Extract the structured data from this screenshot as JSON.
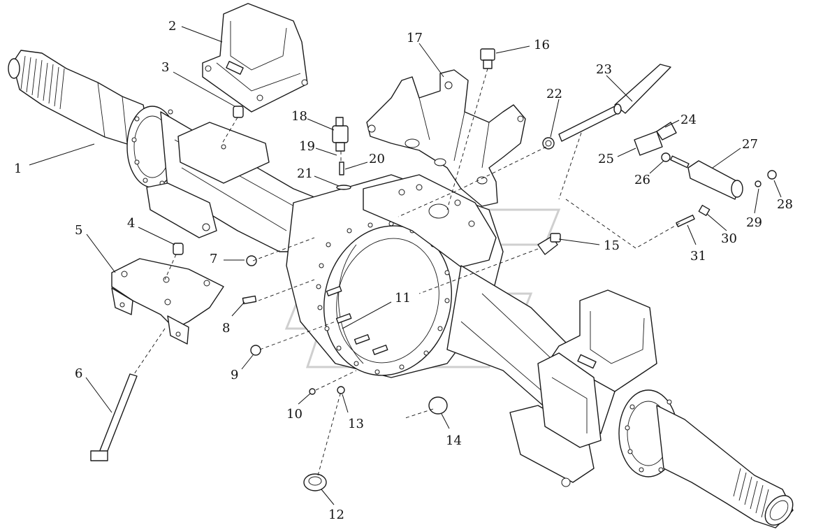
{
  "diagram": {
    "style": {
      "line_color": "#1a1a1a",
      "background": "#ffffff",
      "watermark_color": "#cfcfcf"
    },
    "callouts": [
      {
        "id": "1",
        "label": "1"
      },
      {
        "id": "2",
        "label": "2"
      },
      {
        "id": "3",
        "label": "3"
      },
      {
        "id": "4",
        "label": "4"
      },
      {
        "id": "5",
        "label": "5"
      },
      {
        "id": "6",
        "label": "6"
      },
      {
        "id": "7",
        "label": "7"
      },
      {
        "id": "8",
        "label": "8"
      },
      {
        "id": "9",
        "label": "9"
      },
      {
        "id": "10",
        "label": "10"
      },
      {
        "id": "11",
        "label": "11"
      },
      {
        "id": "12",
        "label": "12"
      },
      {
        "id": "13",
        "label": "13"
      },
      {
        "id": "14",
        "label": "14"
      },
      {
        "id": "15",
        "label": "15"
      },
      {
        "id": "16",
        "label": "16"
      },
      {
        "id": "17",
        "label": "17"
      },
      {
        "id": "18",
        "label": "18"
      },
      {
        "id": "19",
        "label": "19"
      },
      {
        "id": "20",
        "label": "20"
      },
      {
        "id": "21",
        "label": "21"
      },
      {
        "id": "22",
        "label": "22"
      },
      {
        "id": "23",
        "label": "23"
      },
      {
        "id": "24",
        "label": "24"
      },
      {
        "id": "25",
        "label": "25"
      },
      {
        "id": "26",
        "label": "26"
      },
      {
        "id": "27",
        "label": "27"
      },
      {
        "id": "28",
        "label": "28"
      },
      {
        "id": "29",
        "label": "29"
      },
      {
        "id": "30",
        "label": "30"
      },
      {
        "id": "31",
        "label": "31"
      }
    ]
  }
}
